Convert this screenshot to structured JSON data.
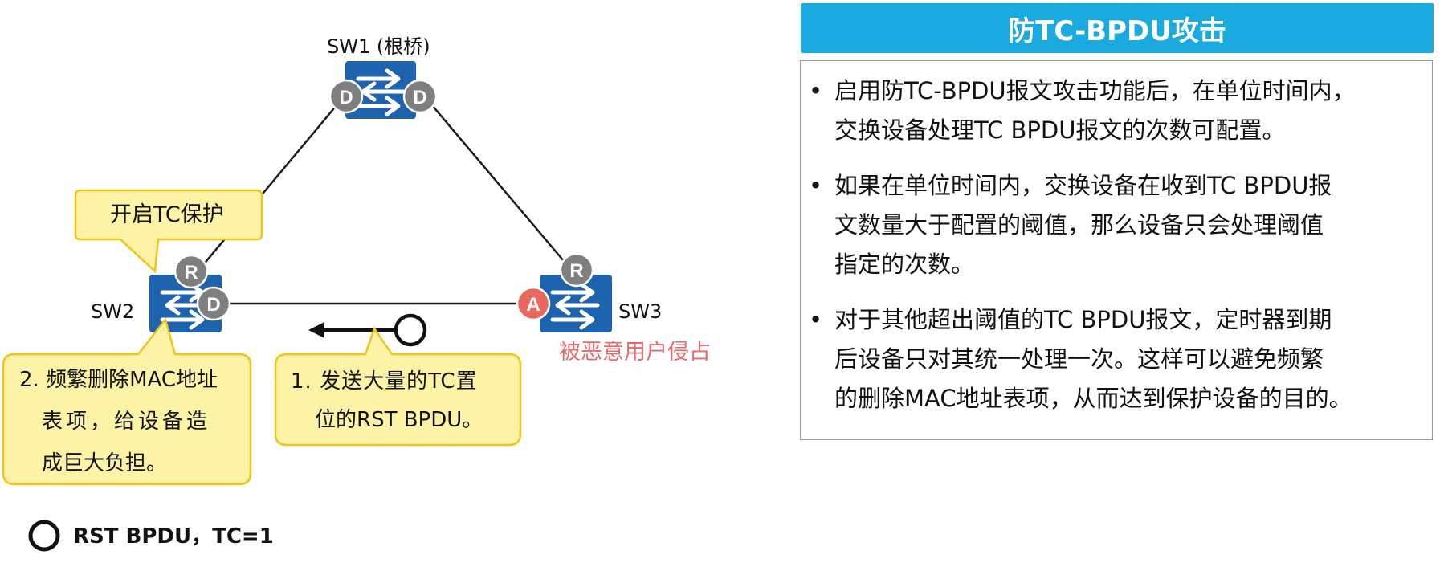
{
  "nodes": {
    "sw1": "SW1 (根桥)",
    "sw2": "SW2",
    "sw3": "SW3"
  },
  "ports": {
    "sw1_left": "D",
    "sw1_right": "D",
    "sw2_top": "R",
    "sw2_right": "D",
    "sw3_top": "R",
    "sw3_left": "A"
  },
  "callouts": {
    "tc_protect": "开启TC保护",
    "delete_mac": [
      "2. 频繁删除MAC地址",
      "表项，给设备造",
      "成巨大负担。"
    ],
    "send_tc": [
      "1. 发送大量的TC置",
      "位的RST BPDU。"
    ]
  },
  "attacker_label": "被恶意用户侵占",
  "legend": "RST BPDU，TC=1",
  "panel": {
    "title": "防TC-BPDU攻击",
    "bullet_symbol": "•",
    "bullets": [
      [
        "启用防TC-BPDU报文攻击功能后，在单位时间内，",
        "交换设备处理TC BPDU报文的次数可配置。"
      ],
      [
        "如果在单位时间内，交换设备在收到TC  BPDU报",
        "文数量大于配置的阈值，那么设备只会处理阈值",
        "指定的次数。"
      ],
      [
        "对于其他超出阈值的TC  BPDU报文，定时器到期",
        "后设备只对其统一处理一次。这样可以避免频繁",
        "的删除MAC地址表项，从而达到保护设备的目的。"
      ]
    ]
  },
  "colors": {
    "switch_blue": "#1e63ae",
    "port_gray": "#7f7f7f",
    "port_attacker": "#e8695f",
    "callout_fill": "#fdf3a6",
    "callout_border": "#f0c419",
    "panel_header": "#1aaae0",
    "attacker_text": "#e86a6a"
  },
  "icons": [
    "switch-icon",
    "arrow-left-icon",
    "circle-icon"
  ]
}
